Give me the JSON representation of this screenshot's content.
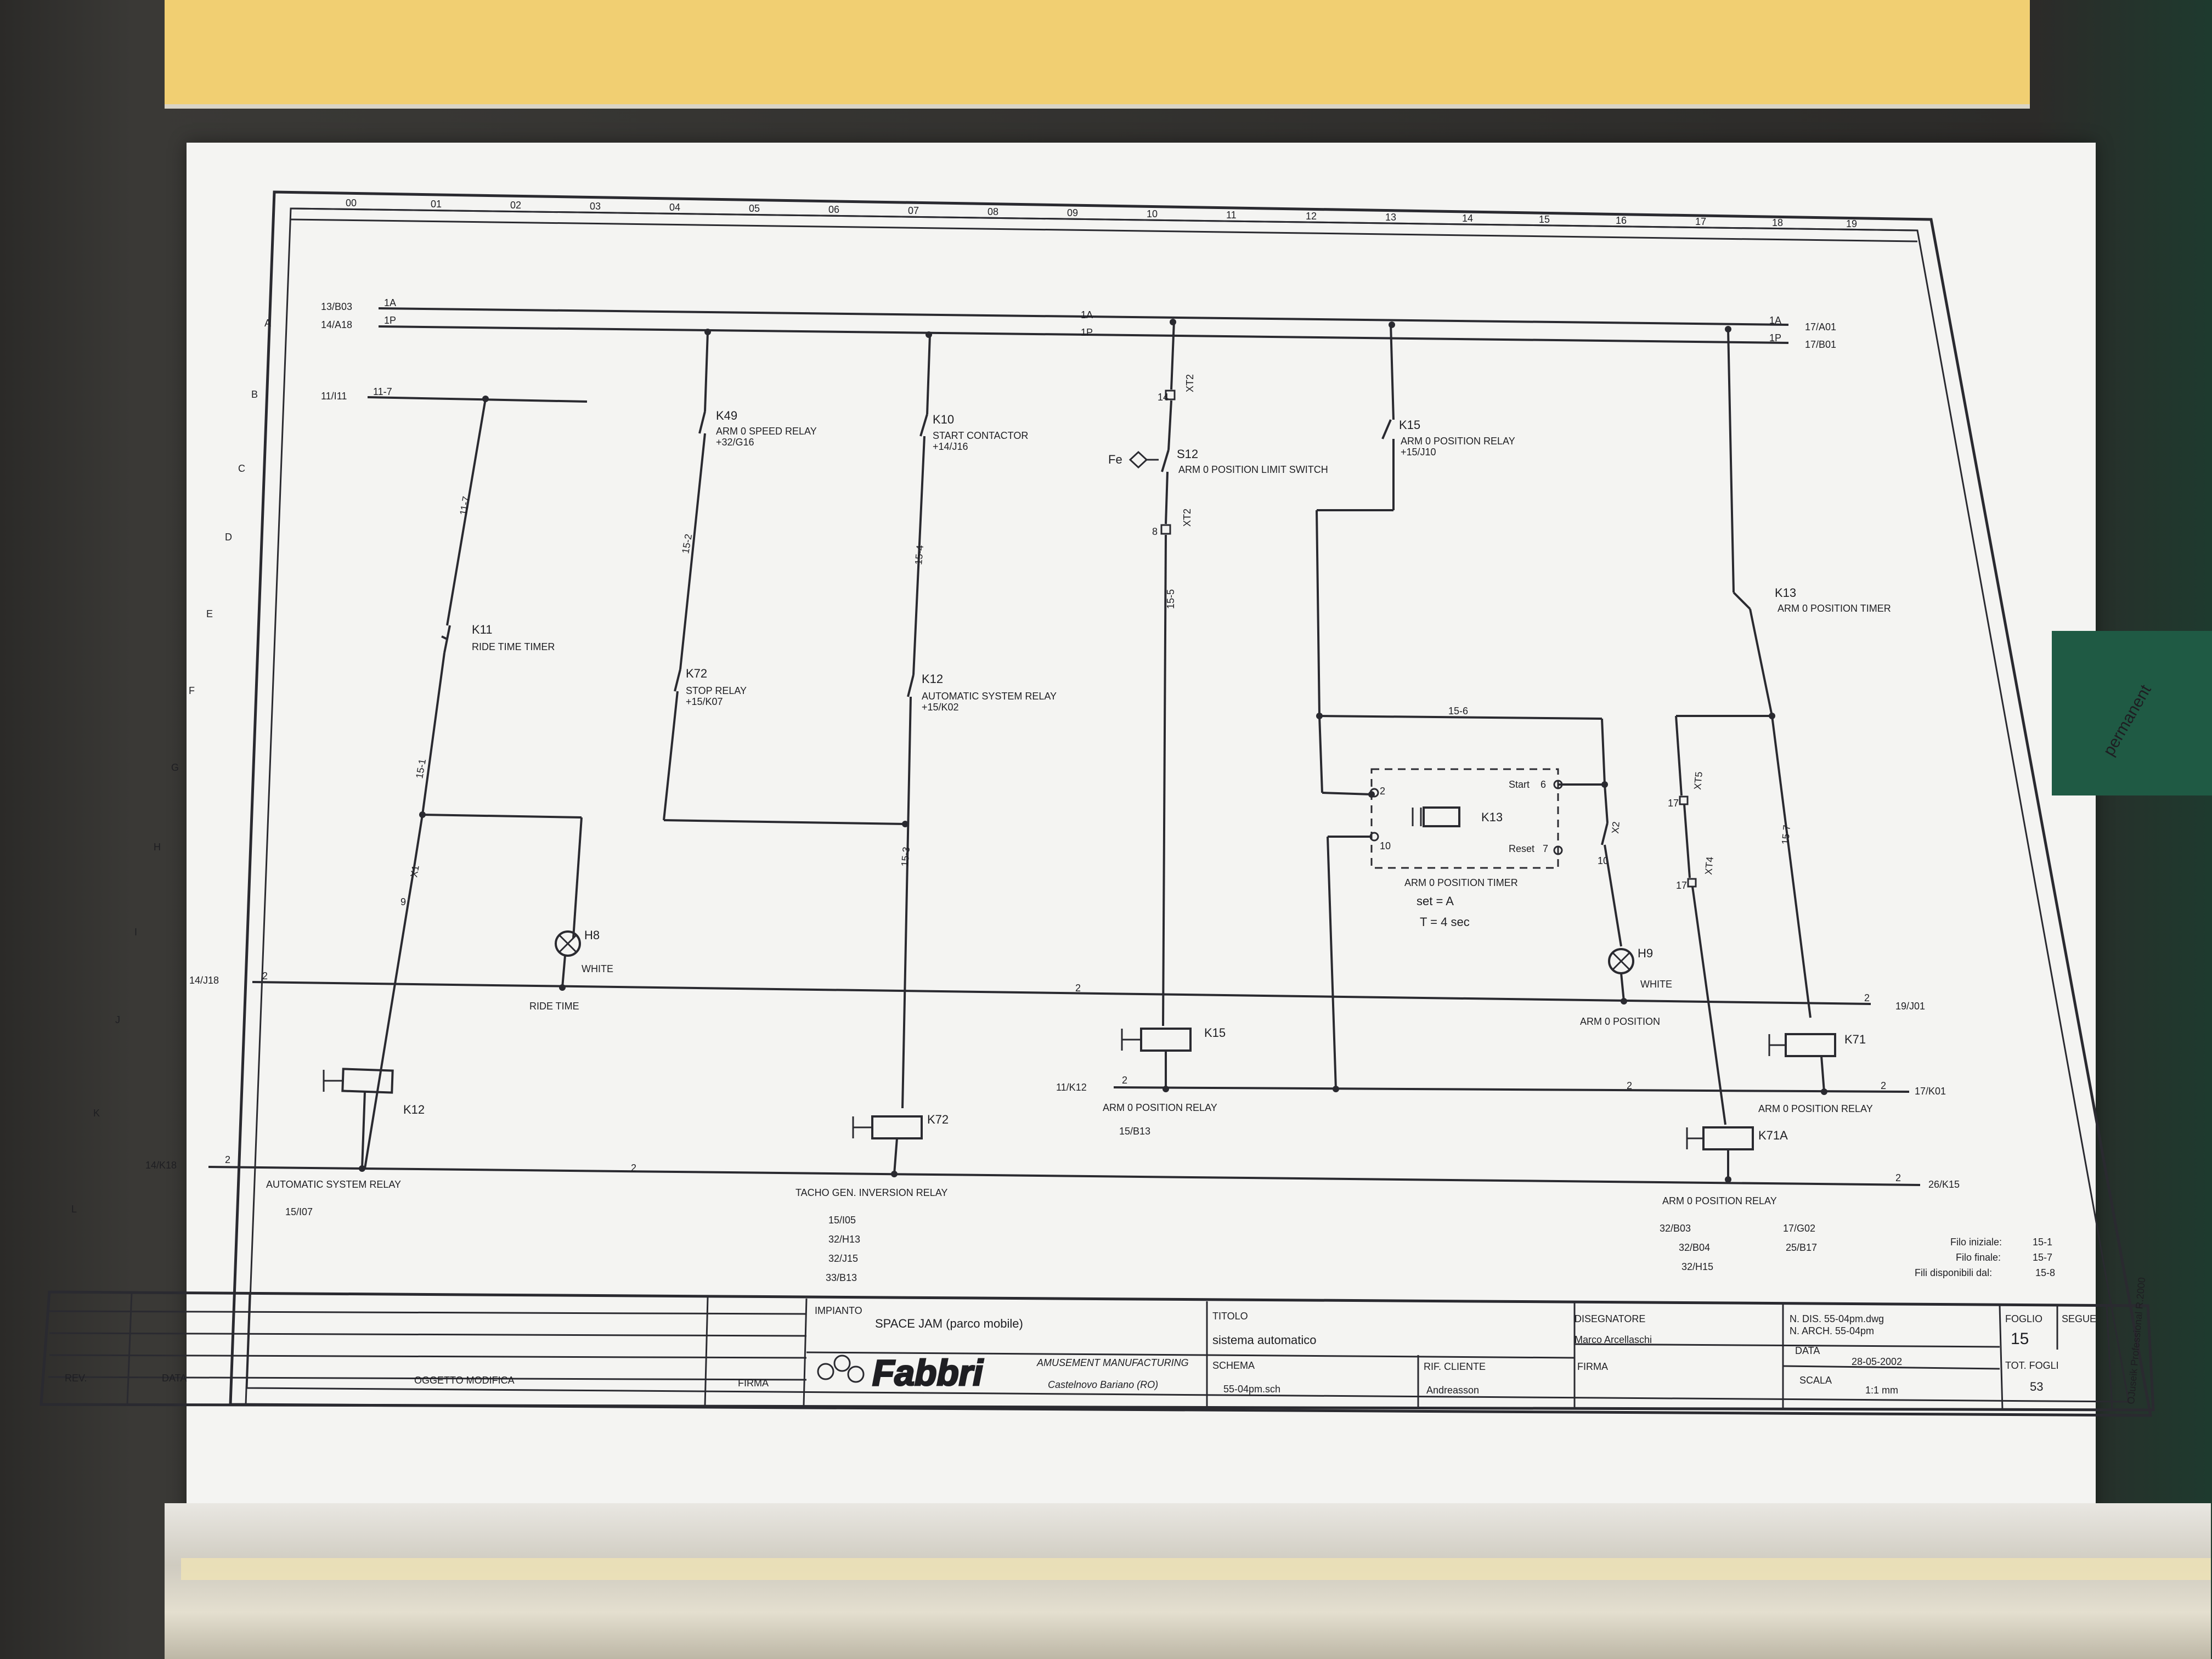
{
  "sheet": {
    "columns": [
      "00",
      "01",
      "02",
      "03",
      "04",
      "05",
      "06",
      "07",
      "08",
      "09",
      "10",
      "11",
      "12",
      "13",
      "14",
      "15",
      "16",
      "17",
      "18",
      "19"
    ],
    "rows": [
      "A",
      "B",
      "C",
      "D",
      "E",
      "F",
      "G",
      "H",
      "I",
      "J",
      "K",
      "L"
    ]
  },
  "refs": {
    "r1": "13/B03",
    "r1w": "1A",
    "r2": "14/A18",
    "r2w": "1P",
    "r3": "11/I11",
    "r3w": "11-7",
    "r4": "14/J18",
    "r4w": "2",
    "r5": "11/K12",
    "r5w": "2",
    "r6": "14/K18",
    "r6w": "2",
    "o1": "17/A01",
    "o1w": "1A",
    "o2": "17/B01",
    "o2w": "1P",
    "o3": "19/J01",
    "o3w": "2",
    "o4": "17/K01",
    "o4w": "2",
    "o5": "26/K15",
    "o5w": "2",
    "m1A": "1A",
    "m1P": "1P",
    "mJ": "2",
    "mK": "2",
    "mL": "2"
  },
  "wires": {
    "w11_7": "11-7",
    "w15_1": "15-1",
    "w15_2": "15-2",
    "w15_4": "15-4",
    "w15_3": "15-3",
    "w15_5": "15-5",
    "w15_6": "15-6",
    "w15_7": "15-7"
  },
  "components": {
    "k49": "K49",
    "k49d": "ARM 0 SPEED RELAY",
    "k49r": "+32/G16",
    "k10": "K10",
    "k10d": "START CONTACTOR",
    "k10r": "+14/J16",
    "s12": "S12",
    "s12d": "ARM 0 POSITION LIMIT SWITCH",
    "fe": "Fe",
    "xt2a": "XT2",
    "xt2b": "XT2",
    "p14": "14",
    "p8": "8",
    "k15": "K15",
    "k15d": "ARM 0 POSITION RELAY",
    "k15r": "+15/J10",
    "k11": "K11",
    "k11d": "RIDE TIME TIMER",
    "k72": "K72",
    "k72d": "STOP RELAY",
    "k72r": "+15/K07",
    "k12": "K12",
    "k12d": "AUTOMATIC SYSTEM RELAY",
    "k12r": "+15/K02",
    "k13": "K13",
    "k13d": "ARM 0 POSITION TIMER",
    "k13coil": "K13",
    "start": "Start",
    "reset": "Reset",
    "p2": "2",
    "p6": "6",
    "p10": "10",
    "p7": "7",
    "timerd": "ARM 0 POSITION TIMER",
    "set": "set = A",
    "t": "T = 4 sec",
    "x1": "X1",
    "x2": "X2",
    "p10b": "10",
    "h8": "H8",
    "h8c": "WHITE",
    "h8d": "RIDE TIME",
    "h9": "H9",
    "h9c": "WHITE",
    "h9d": "ARM 0 POSITION",
    "xt5": "XT5",
    "xt4": "XT4",
    "p17a": "17",
    "p17b": "17",
    "k12coil": "K12",
    "k12cd": "AUTOMATIC SYSTEM RELAY",
    "k12cr": "15/I07",
    "k72coil": "K72",
    "k72cd": "TACHO GEN. INVERSION RELAY",
    "k15coil": "K15",
    "k15cd": "ARM 0 POSITION RELAY",
    "k15cr": "15/B13",
    "k71": "K71",
    "k71d": "ARM 0 POSITION RELAY",
    "k71a": "K71A",
    "k71ad": "ARM 0 POSITION RELAY",
    "x1p": "9"
  },
  "contact_refs": {
    "k72": [
      "15/I05",
      "32/H13",
      "32/J15",
      "33/B13"
    ],
    "k71a_left": [
      "32/B03",
      "32/B04",
      "32/H15"
    ],
    "k71a_right": [
      "17/G02",
      "25/B17"
    ]
  },
  "wire_info": {
    "l1": "Filo iniziale:",
    "v1": "15-1",
    "l2": "Filo finale:",
    "v2": "15-7",
    "l3": "Fili disponibili dal:",
    "v3": "15-8"
  },
  "title_block": {
    "rev": "REV.",
    "data": "DATA",
    "oggetto": "OGGETTO MODIFICA",
    "firma": "FIRMA",
    "impianto_label": "IMPIANTO",
    "impianto": "SPACE JAM (parco mobile)",
    "company": "Fabbri",
    "company_sub1": "AMUSEMENT MANUFACTURING",
    "company_sub2": "Castelnovo Bariano (RO)",
    "titolo_label": "TITOLO",
    "titolo": "sistema automatico",
    "schema_label": "SCHEMA",
    "schema": "55-04pm.sch",
    "rif_label": "RIF. CLIENTE",
    "rif": "Andreasson",
    "disegnatore_label": "DISEGNATORE",
    "disegnatore": "Marco Arcellaschi",
    "firma2": "FIRMA",
    "ndis": "N. DIS.  55-04pm.dwg",
    "narch": "N. ARCH. 55-04pm",
    "data_label": "DATA",
    "data_val": "28-05-2002",
    "scala_label": "SCALA",
    "scala": "1:1  mm",
    "foglio_label": "FOGLIO",
    "foglio": "15",
    "segue_label": "SEGUE",
    "tot_label": "TOT. FOGLI",
    "tot": "53",
    "side": "OJuseik Professional R.2000"
  },
  "side_sticker": "permanent"
}
